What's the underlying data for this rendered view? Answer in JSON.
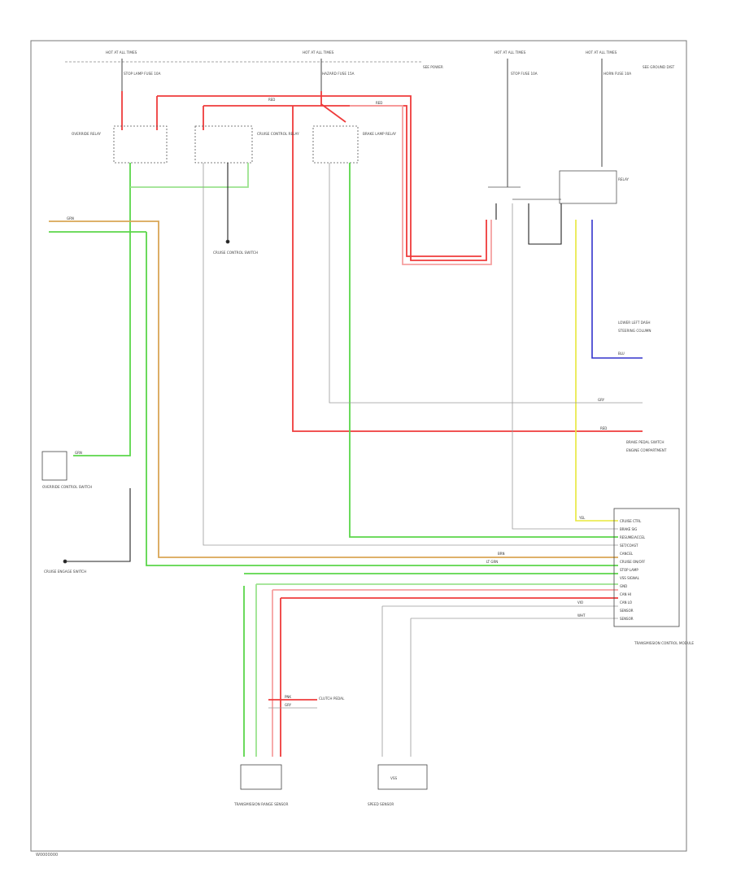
{
  "colors": {
    "red": "#ef3b3b",
    "pink": "#f6a0a0",
    "green": "#5bd64a",
    "light_green": "#9be38e",
    "orange": "#d9a655",
    "yellow": "#e8e83a",
    "blue": "#3333cc",
    "gray": "#9a9a9a",
    "black": "#222222"
  },
  "top_labels": [
    {
      "text": "HOT AT ALL TIMES"
    },
    {
      "text": "HOT AT ALL TIMES"
    },
    {
      "text": "SEE POWER"
    },
    {
      "text": "HOT AT ALL TIMES"
    },
    {
      "text": "HOT AT ALL TIMES"
    },
    {
      "text": "SEE GROUND DIST"
    }
  ],
  "fuse_labels": [
    {
      "text": "STOP LAMP FUSE 10A"
    },
    {
      "text": "HAZARD FUSE 15A"
    },
    {
      "text": "STOP FUSE 10A"
    },
    {
      "text": "HORN FUSE 10A"
    }
  ],
  "relay_labels": [
    {
      "text": "OVERRIDE RELAY"
    },
    {
      "text": "CRUISE CONTROL RELAY"
    },
    {
      "text": "BRAKE LAMP RELAY"
    },
    {
      "text": "RELAY"
    }
  ],
  "wire_codes": [
    {
      "text": "RED"
    },
    {
      "text": "RED"
    },
    {
      "text": "GRN"
    },
    {
      "text": "YEL"
    },
    {
      "text": "BLU"
    },
    {
      "text": "GRY"
    },
    {
      "text": "RED"
    },
    {
      "text": "LT GRN"
    },
    {
      "text": "BRN"
    },
    {
      "text": "WHT"
    },
    {
      "text": "VIO"
    },
    {
      "text": "PNK"
    },
    {
      "text": "GRY"
    },
    {
      "text": "GRN"
    }
  ],
  "component_labels": [
    {
      "text": "CRUISE CONTROL SWITCH"
    },
    {
      "text": "OVERRIDE CONTROL SWITCH"
    },
    {
      "text": "CRUISE ENGAGE SWITCH"
    },
    {
      "text": "LOWER LEFT DASH"
    },
    {
      "text": "STEERING COLUMN"
    },
    {
      "text": "BRAKE PEDAL SWITCH"
    },
    {
      "text": "ENGINE COMPARTMENT"
    },
    {
      "text": "CLUTCH PEDAL"
    },
    {
      "text": "VSS"
    },
    {
      "text": "TRANSMISSION RANGE SENSOR"
    },
    {
      "text": "TRANSMISSION CONTROL MODULE"
    },
    {
      "text": "SPEED SENSOR"
    }
  ],
  "ecm_pins": [
    {
      "text": "CRUISE CTRL"
    },
    {
      "text": "BRAKE SIG"
    },
    {
      "text": "RESUME/ACCEL"
    },
    {
      "text": "SET/COAST"
    },
    {
      "text": "CANCEL"
    },
    {
      "text": "CRUISE ON/OFF"
    },
    {
      "text": "STOP LAMP"
    },
    {
      "text": "VSS SIGNAL"
    },
    {
      "text": "GND"
    },
    {
      "text": "CAN HI"
    },
    {
      "text": "CAN LO"
    },
    {
      "text": "SENSOR"
    },
    {
      "text": "SENSOR"
    }
  ],
  "footer": {
    "text": "W0000000"
  }
}
